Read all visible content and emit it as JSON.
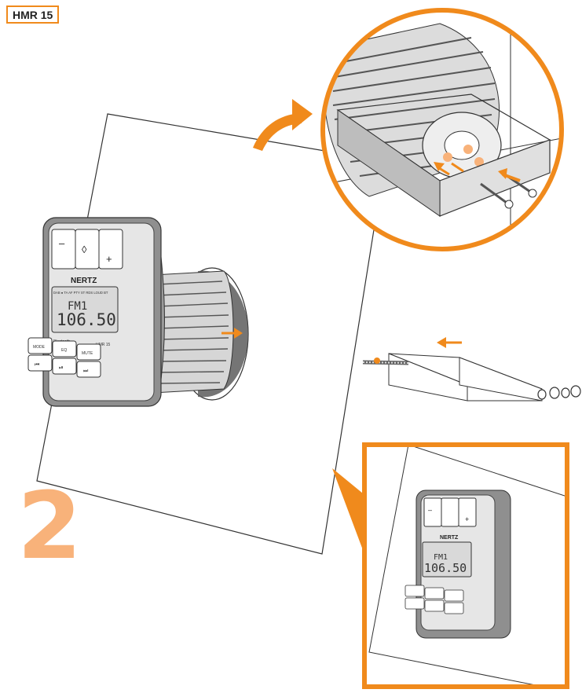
{
  "model_tag": "HMR 15",
  "step_number": "2",
  "device": {
    "brand": "NERTZ",
    "minus_label": "–",
    "power_label": "◊",
    "plus_label": "+",
    "lcd_line1": "FM1",
    "lcd_line2": "106.50",
    "status_row": "DAB ● TA AF PTY ST RDS LOUD BT",
    "bluetooth_label": "Bluetooth",
    "model_label": "HMR 15",
    "btn_mode": "MODE",
    "btn_eq": "EQ",
    "btn_mute": "MUTE",
    "btn_prev": "⏮",
    "btn_play": "⏯",
    "btn_next": "⏭"
  },
  "colors": {
    "accent": "#f08a1c",
    "step_number": "#f8b27a",
    "line": "#333333",
    "device_body": "#8f8f8f",
    "screen": "#d9d9d9"
  }
}
